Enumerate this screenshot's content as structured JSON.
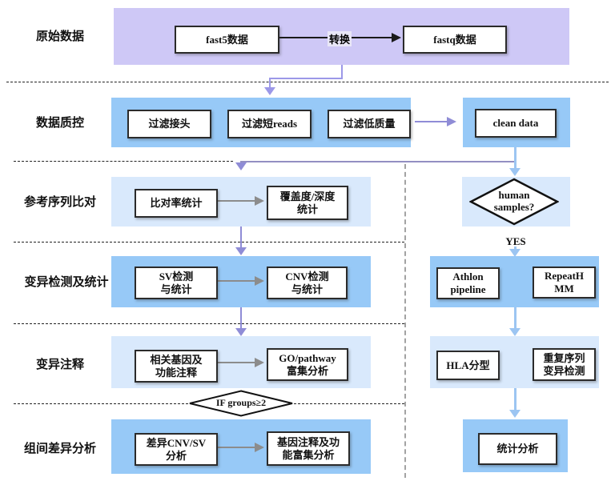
{
  "rows": [
    {
      "label": "原始数据",
      "nodes": {
        "fast5": "fast5数据",
        "fastq": "fastq数据",
        "convert_label": "转换"
      }
    },
    {
      "label": "数据质控",
      "nodes": {
        "filter_adapter": "过滤接头",
        "filter_short": "过滤短reads",
        "filter_lowq": "过滤低质量",
        "clean_data": "clean data"
      }
    },
    {
      "label": "参考序列比对",
      "nodes": {
        "align_stat": "比对率统计",
        "coverage_stat": "覆盖度/深度\n统计",
        "human_samples": "human\nsamples?"
      }
    },
    {
      "label": "变异检测及统计",
      "branch_label": "YES",
      "nodes": {
        "sv": "SV检测\n与统计",
        "cnv": "CNV检测\n与统计",
        "athlon": "Athlon\npipeline",
        "repeathmm": "RepeatH\nMM"
      }
    },
    {
      "label": "变异注释",
      "decision": "IF groups≥2",
      "nodes": {
        "genes": "相关基因及\n功能注释",
        "go": "GO/pathway\n富集分析",
        "hla": "HLA分型",
        "repeat_var": "重复序列\n变异检测"
      }
    },
    {
      "label": "组间差异分析",
      "nodes": {
        "diff": "差异CNV/SV\n分析",
        "gene_enrich": "基因注释及功\n能富集分析",
        "stat": "统计分析"
      }
    }
  ],
  "colors": {
    "raw_band": "#cec8f6",
    "qc_band": "#97c9f7",
    "light_band": "#d9e9fc",
    "elbow_purple": "#9c98e8",
    "arrow_purple": "#8f8cd6",
    "branch_line": "#938fc2",
    "arrow_blue": "#9cc5f2",
    "arrow_gray": "#8c8c8c",
    "black": "#1a1a1a"
  }
}
